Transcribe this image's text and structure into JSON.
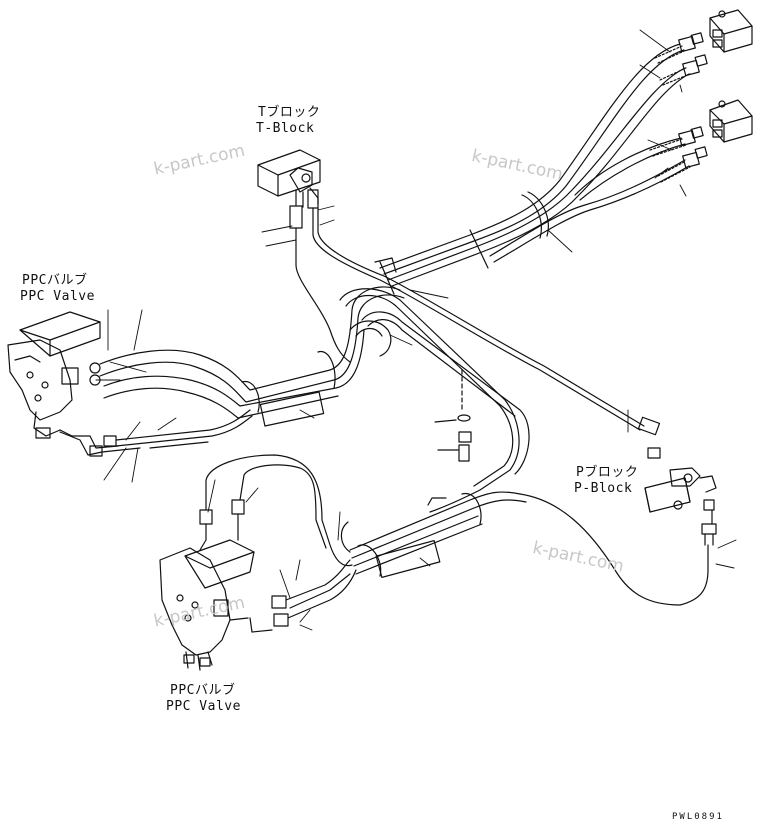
{
  "labels": {
    "t_block_jp": "Tブロック",
    "t_block_en": "T-Block",
    "ppc_valve_upper_jp": "PPCバルブ",
    "ppc_valve_upper_en": "PPC Valve",
    "ppc_valve_lower_jp": "PPCバルブ",
    "ppc_valve_lower_en": "PPC Valve",
    "p_block_jp": "Pブロック",
    "p_block_en": "P-Block"
  },
  "watermarks": [
    "k-part.com",
    "k-part.com",
    "k-part.com",
    "k-part.com"
  ],
  "drawing_code": "PWL0891"
}
